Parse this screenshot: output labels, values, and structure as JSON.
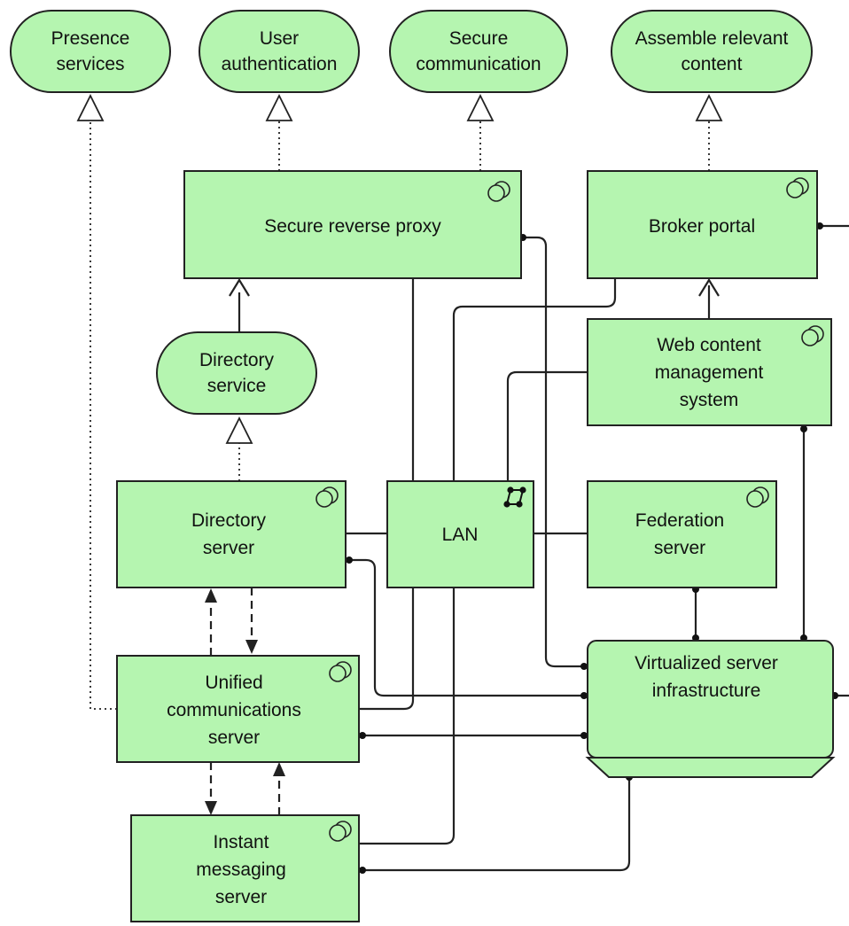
{
  "style": {
    "node_fill": "#b5f5b0",
    "node_stroke": "#222222",
    "edge_color": "#222222"
  },
  "services": [
    {
      "id": "presence",
      "lines": [
        "Presence",
        "services"
      ]
    },
    {
      "id": "user-auth",
      "lines": [
        "User",
        "authentication"
      ]
    },
    {
      "id": "secure-comm",
      "lines": [
        "Secure",
        "communication"
      ]
    },
    {
      "id": "assemble",
      "lines": [
        "Assemble relevant",
        "content"
      ]
    },
    {
      "id": "directory-service",
      "lines": [
        "Directory",
        "service"
      ]
    }
  ],
  "components": [
    {
      "id": "secure-reverse-proxy",
      "lines": [
        "Secure reverse proxy"
      ],
      "icon": "component-icon"
    },
    {
      "id": "broker-portal",
      "lines": [
        "Broker portal"
      ],
      "icon": "component-icon"
    },
    {
      "id": "web-cms",
      "lines": [
        "Web content",
        "management",
        "system"
      ],
      "icon": "component-icon"
    },
    {
      "id": "directory-server",
      "lines": [
        "Directory",
        "server"
      ],
      "icon": "component-icon"
    },
    {
      "id": "lan",
      "lines": [
        "LAN"
      ],
      "icon": "network-icon"
    },
    {
      "id": "federation-server",
      "lines": [
        "Federation",
        "server"
      ],
      "icon": "component-icon"
    },
    {
      "id": "unified-comm-server",
      "lines": [
        "Unified",
        "communications",
        "server"
      ],
      "icon": "component-icon"
    },
    {
      "id": "virtualized-infra",
      "lines": [
        "Virtualized server",
        "infrastructure"
      ],
      "icon": "device-icon"
    },
    {
      "id": "im-server",
      "lines": [
        "Instant",
        "messaging",
        "server"
      ],
      "icon": "component-icon"
    }
  ]
}
